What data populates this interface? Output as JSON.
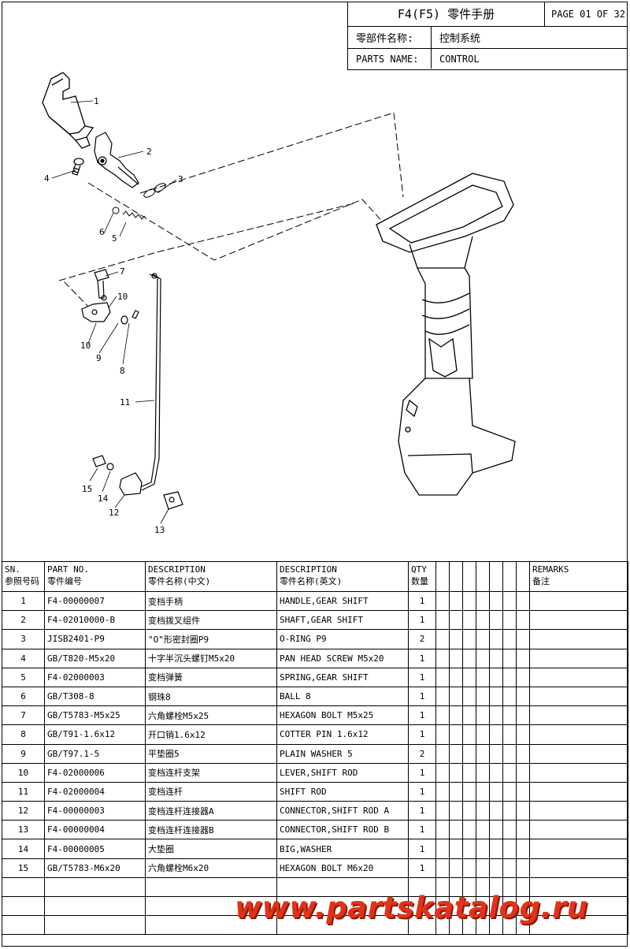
{
  "header": {
    "title": "F4(F5) 零件手册",
    "page": "PAGE 01 OF 32",
    "name_label_cn": "零部件名称:",
    "name_value_cn": "控制系统",
    "name_label_en": "PARTS NAME:",
    "name_value_en": "CONTROL"
  },
  "callouts": [
    "1",
    "2",
    "3",
    "4",
    "5",
    "6",
    "7",
    "10",
    "10",
    "9",
    "8",
    "11",
    "15",
    "14",
    "12",
    "13"
  ],
  "table": {
    "headers": {
      "sn": [
        "SN.",
        "参照号码"
      ],
      "part_no": [
        "PART NO.",
        "零件编号"
      ],
      "desc_cn": [
        "DESCRIPTION",
        "零件名称(中文)"
      ],
      "desc_en": [
        "DESCRIPTION",
        "零件名称(英文)"
      ],
      "qty": [
        "QTY",
        "数量"
      ],
      "remarks": [
        "REMARKS",
        "备注"
      ]
    },
    "rows": [
      {
        "sn": "1",
        "part_no": "F4-00000007",
        "desc_cn": "变档手柄",
        "desc_en": "HANDLE,GEAR SHIFT",
        "qty": "1"
      },
      {
        "sn": "2",
        "part_no": "F4-02010000-B",
        "desc_cn": "变档拨叉组件",
        "desc_en": "SHAFT,GEAR SHIFT",
        "qty": "1"
      },
      {
        "sn": "3",
        "part_no": "JISB2401-P9",
        "desc_cn": "\"O\"形密封圈P9",
        "desc_en": "O-RING P9",
        "qty": "2"
      },
      {
        "sn": "4",
        "part_no": "GB/T820-M5x20",
        "desc_cn": "十字半沉头螺钉M5x20",
        "desc_en": "PAN HEAD SCREW M5x20",
        "qty": "1"
      },
      {
        "sn": "5",
        "part_no": "F4-02000003",
        "desc_cn": "变档弹簧",
        "desc_en": "SPRING,GEAR SHIFT",
        "qty": "1"
      },
      {
        "sn": "6",
        "part_no": "GB/T308-8",
        "desc_cn": "钢珠8",
        "desc_en": "BALL 8",
        "qty": "1"
      },
      {
        "sn": "7",
        "part_no": "GB/T5783-M5x25",
        "desc_cn": "六角螺栓M5x25",
        "desc_en": "HEXAGON BOLT M5x25",
        "qty": "1"
      },
      {
        "sn": "8",
        "part_no": "GB/T91-1.6x12",
        "desc_cn": "开口销1.6x12",
        "desc_en": "COTTER PIN 1.6x12",
        "qty": "1"
      },
      {
        "sn": "9",
        "part_no": "GB/T97.1-5",
        "desc_cn": "平垫圈5",
        "desc_en": "PLAIN WASHER 5",
        "qty": "2"
      },
      {
        "sn": "10",
        "part_no": "F4-02000006",
        "desc_cn": "变档连杆支架",
        "desc_en": "LEVER,SHIFT ROD",
        "qty": "1"
      },
      {
        "sn": "11",
        "part_no": "F4-02000004",
        "desc_cn": "变档连杆",
        "desc_en": "SHIFT ROD",
        "qty": "1"
      },
      {
        "sn": "12",
        "part_no": "F4-00000003",
        "desc_cn": "变档连杆连接器A",
        "desc_en": "CONNECTOR,SHIFT ROD A",
        "qty": "1"
      },
      {
        "sn": "13",
        "part_no": "F4-00000004",
        "desc_cn": "变档连杆连接器B",
        "desc_en": "CONNECTOR,SHIFT ROD B",
        "qty": "1"
      },
      {
        "sn": "14",
        "part_no": "F4-00000005",
        "desc_cn": "大垫圈",
        "desc_en": "BIG,WASHER",
        "qty": "1"
      },
      {
        "sn": "15",
        "part_no": "GB/T5783-M6x20",
        "desc_cn": "六角螺栓M6x20",
        "desc_en": "HEXAGON BOLT M6x20",
        "qty": "1"
      }
    ],
    "blank_rows": 3
  },
  "watermark": "www.partskatalog.ru",
  "colors": {
    "watermark": "#e0331a",
    "ink": "#000000"
  }
}
